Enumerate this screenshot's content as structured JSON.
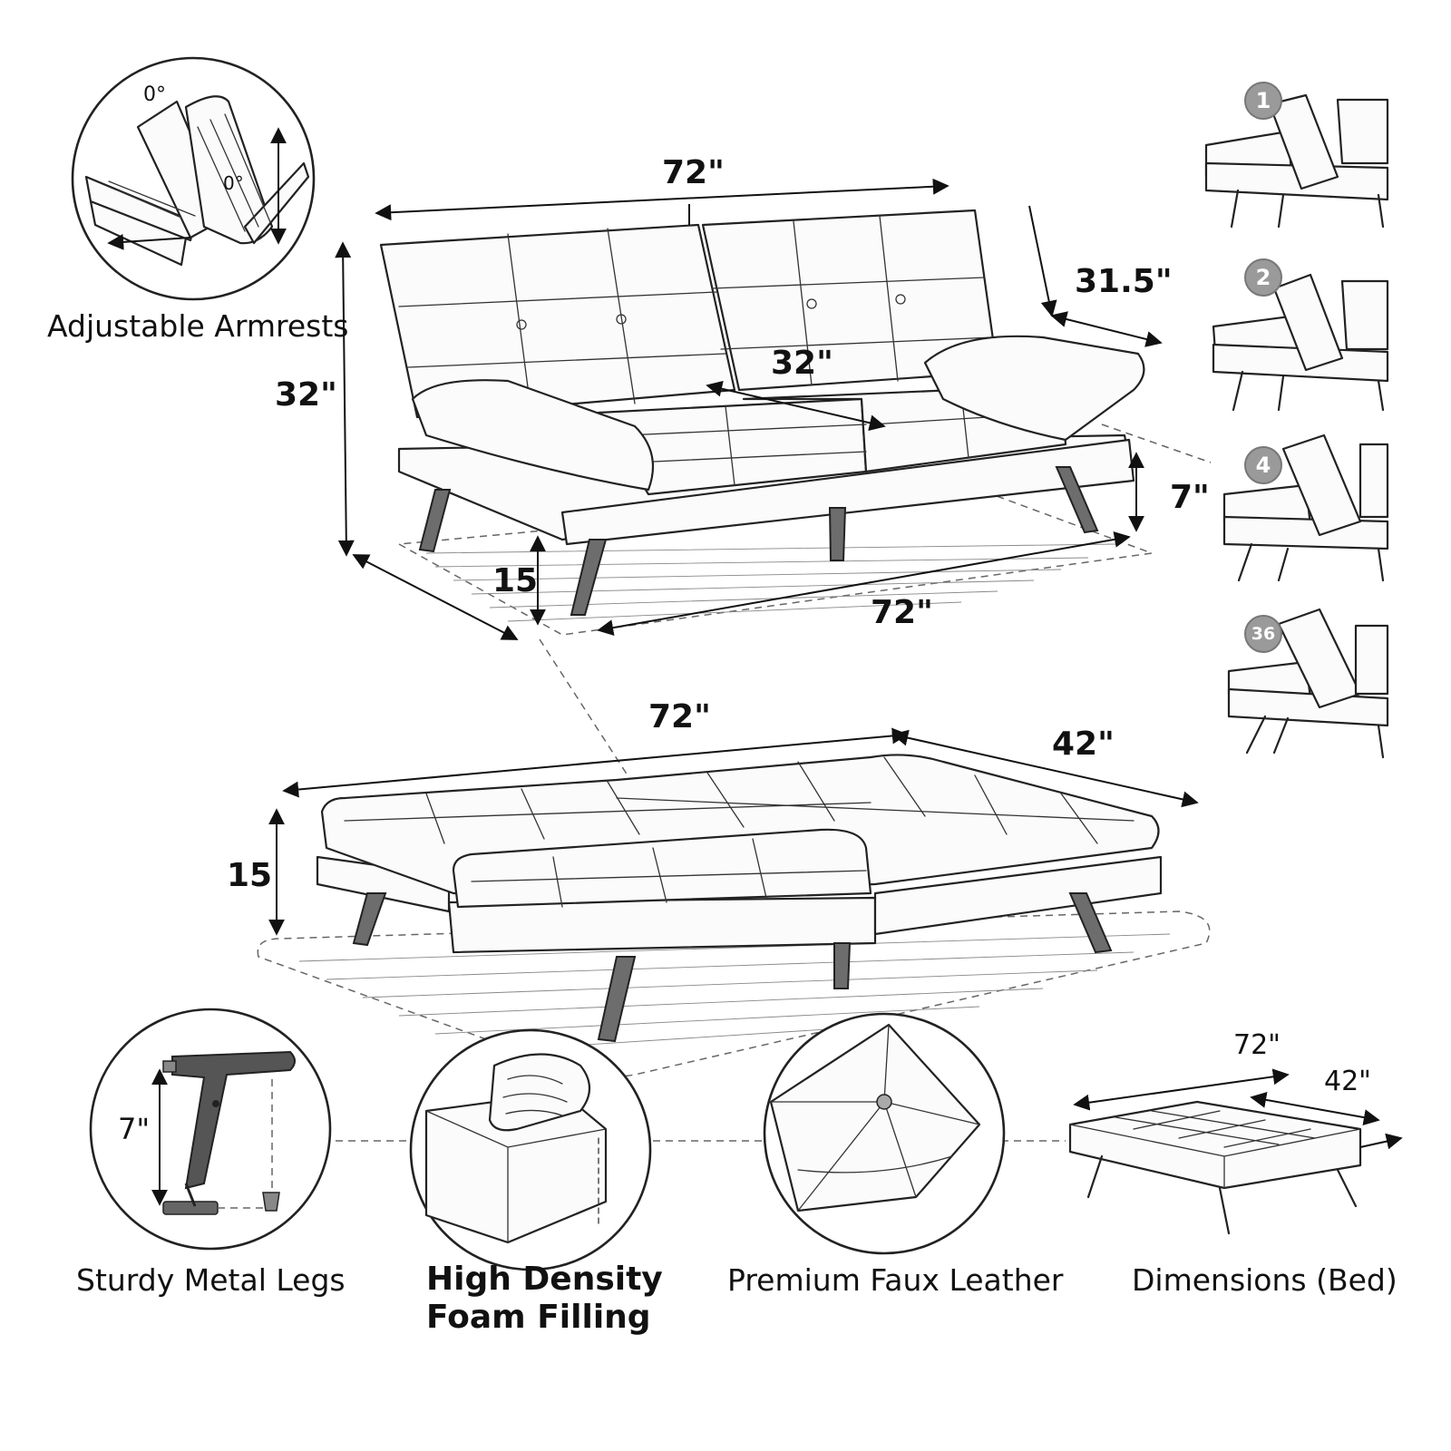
{
  "sofa": {
    "width": "72\"",
    "height": "32\"",
    "depth": "31.5\"",
    "seat_depth": "32\"",
    "leg_height": "7\"",
    "seat_height": "15",
    "front_width": "72\""
  },
  "bed": {
    "width": "72\"",
    "depth": "42\"",
    "height": "15"
  },
  "armrest_detail": {
    "caption": "Adjustable Armrests",
    "angle_top": "0°",
    "angle_mid": "0°"
  },
  "positions": {
    "badges": [
      "1",
      "2",
      "4",
      "36"
    ]
  },
  "features": {
    "legs": {
      "caption": "Sturdy Metal Legs",
      "dimension": "7\""
    },
    "foam": {
      "caption_line1": "High Density",
      "caption_line2": "Foam Filling"
    },
    "leather": {
      "caption": "Premium Faux Leather"
    },
    "bed_dims": {
      "caption": "Dimensions (Bed)",
      "width": "72\"",
      "depth": "42\""
    }
  }
}
